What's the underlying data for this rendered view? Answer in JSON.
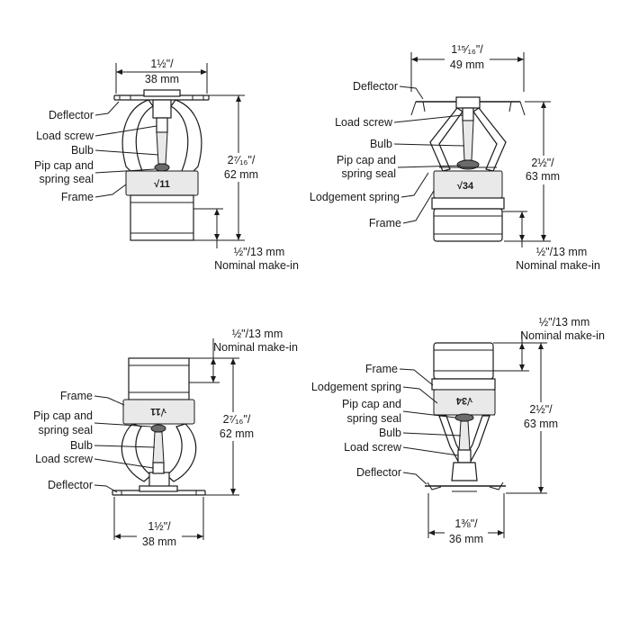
{
  "figures": {
    "top_left": {
      "width_dim": [
        "1½\"/",
        "38 mm"
      ],
      "height_dim": [
        "2⁷⁄₁₆\"/",
        "62 mm"
      ],
      "makein_dim": [
        "½\"/13 mm",
        "Nominal make-in"
      ],
      "marking": "√11",
      "labels": {
        "deflector": "Deflector",
        "load_screw": "Load screw",
        "bulb": "Bulb",
        "pip_cap": [
          "Pip cap and",
          "spring seal"
        ],
        "frame": "Frame"
      }
    },
    "top_right": {
      "width_dim": [
        "1¹⁵⁄₁₆\"/",
        "49 mm"
      ],
      "height_dim": [
        "2½\"/",
        "63 mm"
      ],
      "makein_dim": [
        "½\"/13 mm",
        "Nominal make-in"
      ],
      "marking": "√34",
      "labels": {
        "deflector": "Deflector",
        "load_screw": "Load screw",
        "bulb": "Bulb",
        "pip_cap": [
          "Pip cap and",
          "spring seal"
        ],
        "lodgement_spring": "Lodgement spring",
        "frame": "Frame"
      }
    },
    "bottom_left": {
      "width_dim": [
        "1½\"/",
        "38 mm"
      ],
      "height_dim": [
        "2⁷⁄₁₆\"/",
        "62 mm"
      ],
      "makein_dim": [
        "½\"/13 mm",
        "Nominal make-in"
      ],
      "marking": "√11",
      "labels": {
        "frame": "Frame",
        "pip_cap": [
          "Pip cap and",
          "spring seal"
        ],
        "bulb": "Bulb",
        "load_screw": "Load screw",
        "deflector": "Deflector"
      }
    },
    "bottom_right": {
      "width_dim": [
        "1⅜\"/",
        "36 mm"
      ],
      "height_dim": [
        "2½\"/",
        "63 mm"
      ],
      "makein_dim": [
        "½\"/13 mm",
        "Nominal make-in"
      ],
      "marking": "√34",
      "labels": {
        "frame": "Frame",
        "lodgement_spring": "Lodgement spring",
        "pip_cap": [
          "Pip cap and",
          "spring seal"
        ],
        "bulb": "Bulb",
        "load_screw": "Load screw",
        "deflector": "Deflector"
      }
    }
  }
}
